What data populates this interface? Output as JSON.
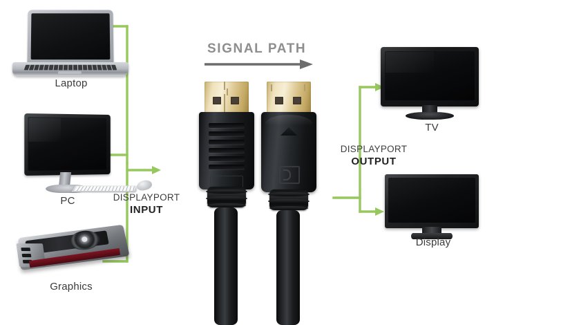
{
  "diagram": {
    "title": "SIGNAL PATH",
    "background_color": "#ffffff",
    "wire_color": "#97c85e",
    "arrow_color": "#6d6d6d",
    "title_color": "#8e8e8e"
  },
  "signal_path": {
    "label": "SIGNAL PATH",
    "direction": "left-to-right"
  },
  "input_side": {
    "port_label_line1": "DISPLAYPORT",
    "port_label_line2": "INPUT",
    "sources": [
      {
        "id": "laptop",
        "label": "Laptop",
        "icon": "laptop-icon"
      },
      {
        "id": "pc",
        "label": "PC",
        "icon": "desktop-computer-icon"
      },
      {
        "id": "graphics",
        "label": "Graphics",
        "icon": "graphics-card-icon"
      }
    ]
  },
  "output_side": {
    "port_label_line1": "DISPLAYPORT",
    "port_label_line2": "OUTPUT",
    "targets": [
      {
        "id": "tv",
        "label": "TV",
        "icon": "television-icon"
      },
      {
        "id": "display",
        "label": "Display",
        "icon": "monitor-icon"
      }
    ]
  },
  "cable": {
    "name": "DisplayPort cable",
    "connectors": [
      {
        "id": "connector-left",
        "type": "DisplayPort male",
        "shell": "gold",
        "body": "black ridged"
      },
      {
        "id": "connector-right",
        "type": "DisplayPort male",
        "shell": "gold",
        "body": "black contoured",
        "logo": "displayport-logo"
      }
    ]
  }
}
